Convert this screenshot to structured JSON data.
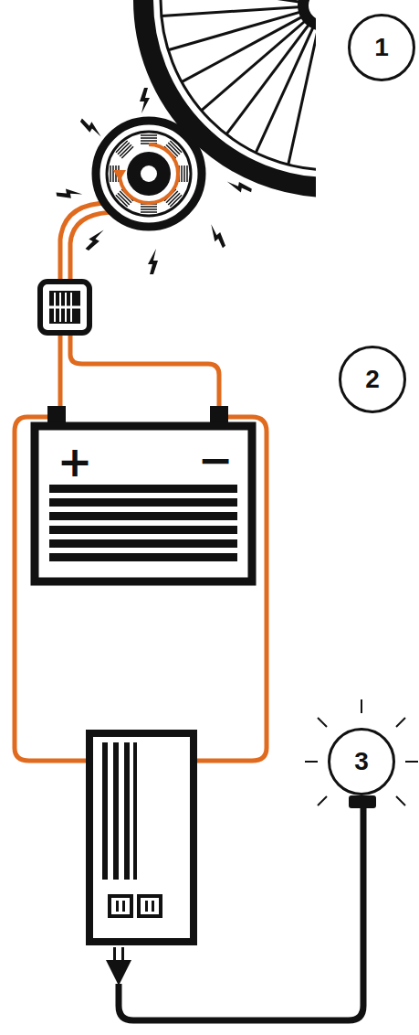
{
  "diagram": {
    "nodes": [
      {
        "text": [
          "1"
        ]
      },
      {
        "text": [
          "2"
        ]
      },
      {
        "text": [
          "3"
        ]
      }
    ],
    "labels": [
      "+",
      "−"
    ]
  }
}
